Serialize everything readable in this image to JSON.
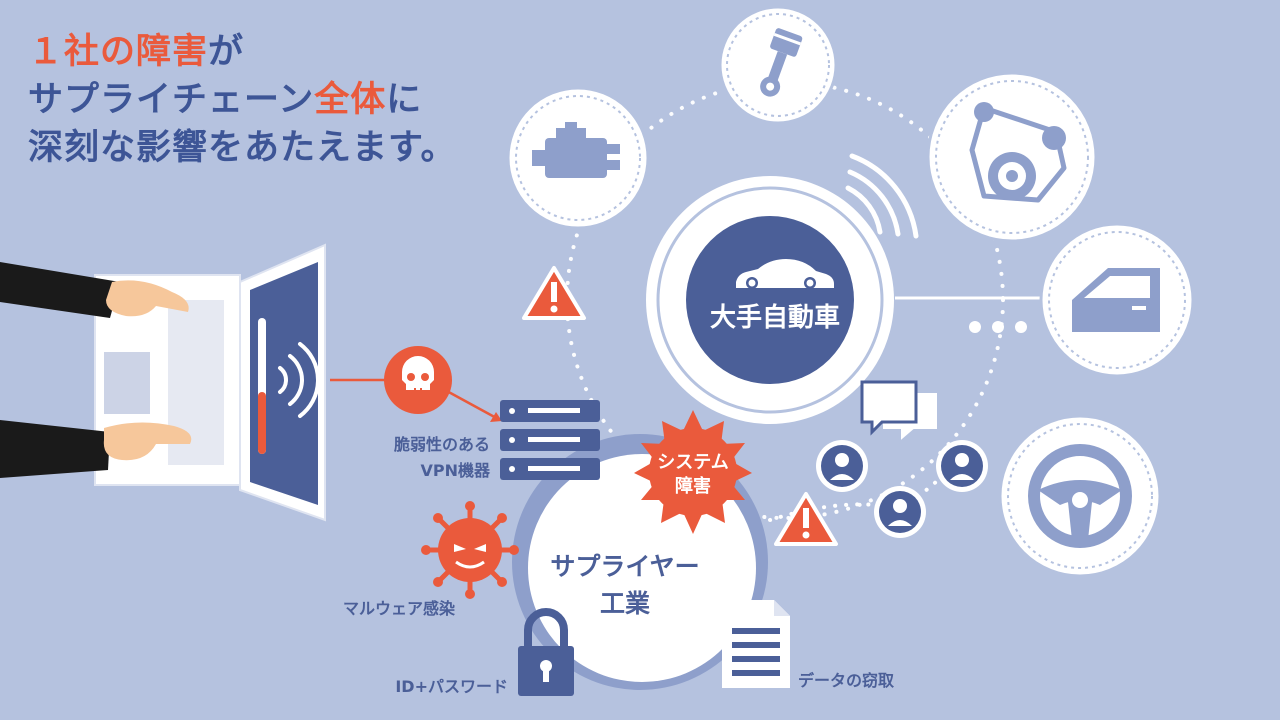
{
  "headline": {
    "line1_red": "１社の障害",
    "line1_rest": "が",
    "line2_pre": "サプライチェーン",
    "line2_red": "全体",
    "line2_post": "に",
    "line3": "深刻な影響をあたえます。"
  },
  "center_label": "大手自動車",
  "supplier_label_1": "サプライヤー",
  "supplier_label_2": "工業",
  "vpn_label_1": "脆弱性のある",
  "vpn_label_2": "VPN機器",
  "malware_label": "マルウェア感染",
  "password_label": "ID+パスワード",
  "data_theft_label": "データの窃取",
  "system_failure_1": "システム",
  "system_failure_2": "障害",
  "colors": {
    "background": "#b5c2df",
    "navy": "#4b5f98",
    "accent_red": "#ea5a3c",
    "white": "#ffffff",
    "light_blue": "#8e9fcb"
  },
  "icons": [
    "engine-icon",
    "piston-icon",
    "belt-pulley-icon",
    "car-door-icon",
    "steering-wheel-icon",
    "car-icon",
    "skull-icon",
    "server-icon",
    "virus-icon",
    "padlock-icon",
    "document-icon",
    "warning-icon",
    "person-icon",
    "chat-bubble-icon",
    "wifi-icon",
    "laptop-icon",
    "hands-icon"
  ]
}
